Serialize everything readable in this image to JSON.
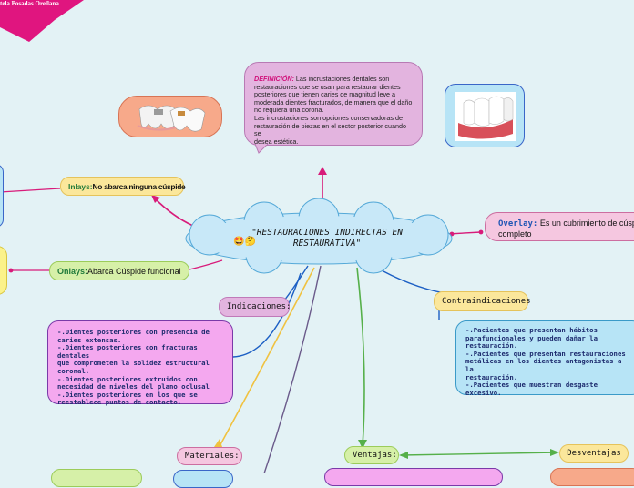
{
  "author": "tela Posadas Orellana",
  "emoji": "🤩🤔",
  "center": {
    "title_line1": "\"RESTAURACIONES INDIRECTAS EN",
    "title_line2": "RESTAURATIVA\""
  },
  "definition": {
    "label": "DEFINICIÓN:",
    "line1": " Las incrustaciones dentales son",
    "line2": "restauraciones que se usan para restaurar dientes",
    "line3": "posteriores que tienen caries de magnitud leve a",
    "line4": "moderada dientes fracturados, de manera que el daño",
    "line5": "no requiera una corona.",
    "line6": "Las incrustaciones son opciones conservadoras de",
    "line7": "restauración de piezas en el sector posterior cuando se",
    "line8": "desea estética."
  },
  "inlays": {
    "label": "Inlays:",
    "text": " No abarca ninguna cúspide"
  },
  "onlays": {
    "label": "Onlays:",
    "text": " Abarca Cúspide funcional"
  },
  "overlay": {
    "label": "Overlay:",
    "text": " Es un cubrimiento de cúspide",
    "text2": "completo"
  },
  "indicaciones": {
    "label": "Indicaciones:",
    "lines": [
      "-.Dientes posteriores con presencia de",
      "caries extensas.",
      "-.Dientes posteriores con fracturas dentales",
      "que comprometen la solidez estructural",
      "coronal.",
      "-.Dientes posteriores extruidos con",
      "necesidad de niveles del plano oclusal",
      "-.Dientes posteriores en los que se",
      "reestablece puntos de contacto."
    ]
  },
  "contraindicaciones": {
    "label": "Contraindicaciones",
    "lines": [
      "-.Pacientes que presentan hábitos",
      "parafuncionales y pueden dañar la",
      "restauración.",
      "-.Pacientes que presentan restauraciones",
      "metálicas en los dientes antagonistas a la",
      "restauración.",
      "-.Pacientes que muestran desgaste",
      "excesivo."
    ]
  },
  "materiales": {
    "label": "Materiales:"
  },
  "ventajas": {
    "label": "Ventajas:"
  },
  "desventajas": {
    "label": "Desventajas"
  },
  "colors": {
    "background": "#e3f2f5",
    "center_fill": "#c8e8f8",
    "definition_fill": "#e3b4df",
    "pink_box": "#f4a8ef",
    "blue_box": "#b7e4f6",
    "orange_box": "#f7a98a",
    "yellow_box": "#fbe79b",
    "green_box": "#d6f0a8",
    "magenta": "#e0157f"
  }
}
